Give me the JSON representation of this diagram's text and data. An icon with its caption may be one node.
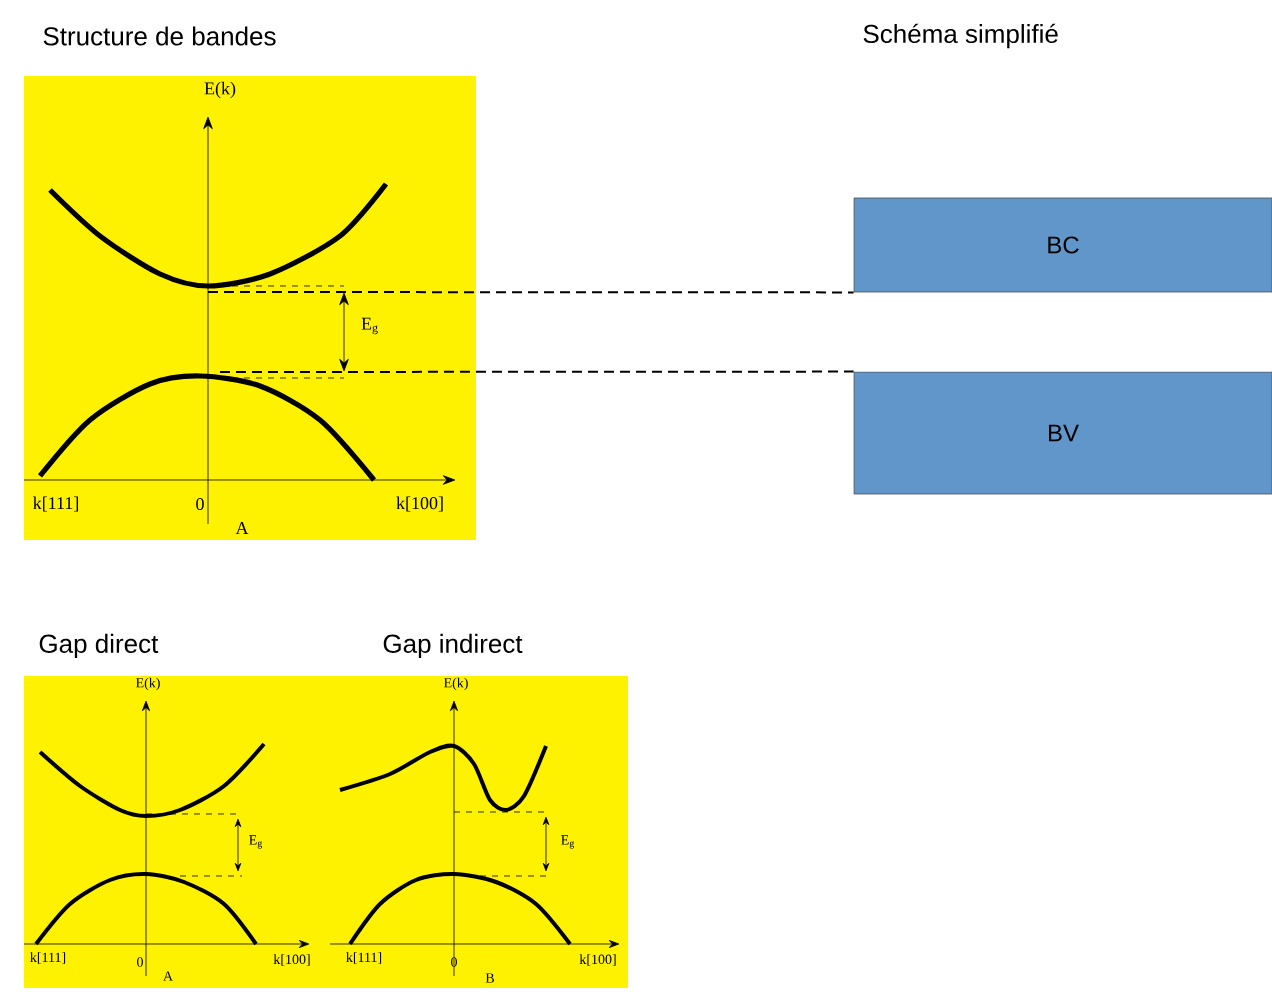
{
  "diagram": {
    "nodes": [
      {
        "text": [
          "BC"
        ]
      },
      {
        "text": [
          "BV"
        ]
      }
    ],
    "edges": [
      {
        "from": null,
        "to": 0,
        "arrow": "none",
        "style": "dashed"
      },
      {
        "from": null,
        "to": 1,
        "arrow": "none",
        "style": "dashed"
      }
    ],
    "labels": [
      "Structure de bandes",
      "Schéma simplifié",
      "E(k)",
      "E$_{g}$",
      "k[111]",
      "0",
      "k[100]",
      "A",
      "Gap direct",
      "Gap indirect",
      "E(k)",
      "E(k)",
      "E$_{g}$",
      "E$_{g}$",
      "k[111]",
      "0",
      "A",
      "k[100]",
      "k[111]",
      "0",
      "k[100]",
      "B"
    ]
  }
}
